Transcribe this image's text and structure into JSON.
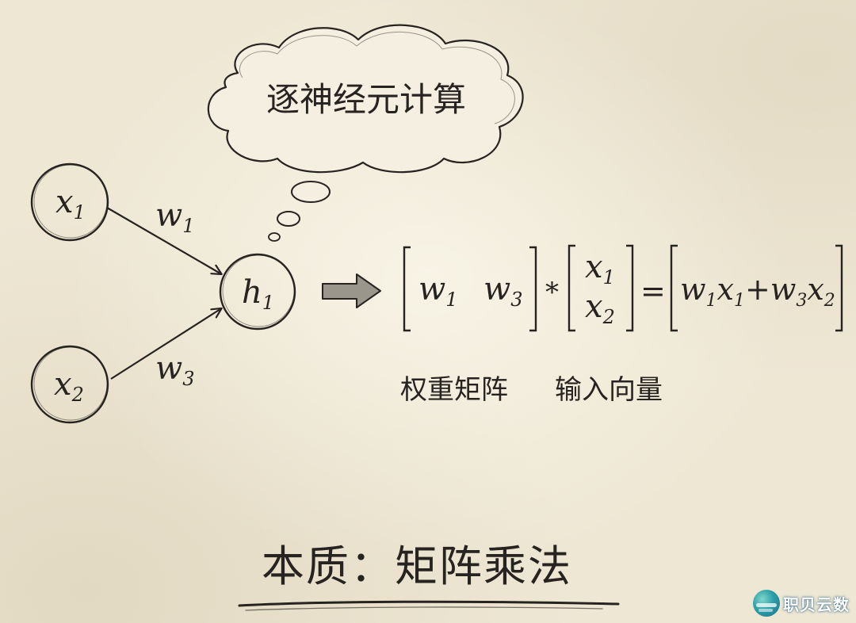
{
  "thought_bubble": {
    "text": "逐神经元计算"
  },
  "nodes": {
    "x1": {
      "base": "x",
      "sub": "1"
    },
    "x2": {
      "base": "x",
      "sub": "2"
    },
    "h1": {
      "base": "h",
      "sub": "1"
    }
  },
  "edges": {
    "w1": {
      "base": "w",
      "sub": "1"
    },
    "w3": {
      "base": "w",
      "sub": "3"
    }
  },
  "equation": {
    "weight_row": [
      {
        "base": "w",
        "sub": "1"
      },
      {
        "base": "w",
        "sub": "3"
      }
    ],
    "multiply_symbol": "*",
    "input_column": [
      {
        "base": "x",
        "sub": "1"
      },
      {
        "base": "x",
        "sub": "2"
      }
    ],
    "equals_symbol": "=",
    "result": {
      "term1_w": {
        "base": "w",
        "sub": "1"
      },
      "term1_x": {
        "base": "x",
        "sub": "1"
      },
      "plus_symbol": "+",
      "term2_w": {
        "base": "w",
        "sub": "3"
      },
      "term2_x": {
        "base": "x",
        "sub": "2"
      }
    }
  },
  "captions": {
    "weight_matrix": "权重矩阵",
    "input_vector": "输入向量"
  },
  "footer": {
    "text": "本质：矩阵乘法"
  },
  "watermark": {
    "text": "职贝云数"
  },
  "colors": {
    "paper": "#eee7d4",
    "ink": "#262320",
    "arrow_fill": "#9a968c"
  }
}
